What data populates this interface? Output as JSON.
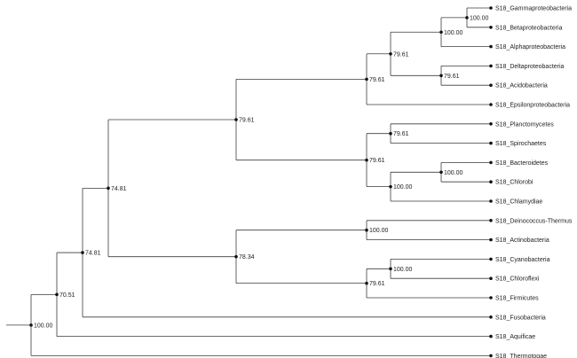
{
  "tree": {
    "support": "100.00",
    "children": [
      {
        "support": "70.51",
        "children": [
          {
            "support": "74.81",
            "children": [
              {
                "support": "74.81",
                "children": [
                  {
                    "support": "79.61",
                    "children": [
                      {
                        "support": "79.61",
                        "children": [
                          {
                            "support": "79.61",
                            "children": [
                              {
                                "support": "100.00",
                                "children": [
                                  {
                                    "support": "100.00",
                                    "children": [
                                      {
                                        "label": "S18_Gammaproteobacteria"
                                      },
                                      {
                                        "label": "S18_Betaproteobacteria"
                                      }
                                    ]
                                  },
                                  {
                                    "label": "S18_Alphaproteobacteria"
                                  }
                                ]
                              },
                              {
                                "support": "79.61",
                                "children": [
                                  {
                                    "label": "S18_Deltaproteobacteria"
                                  },
                                  {
                                    "label": "S18_Acidobacteria"
                                  }
                                ]
                              }
                            ]
                          },
                          {
                            "label": "S18_Epsilonproteobacteria"
                          }
                        ]
                      },
                      {
                        "support": "79.61",
                        "children": [
                          {
                            "support": "79.61",
                            "children": [
                              {
                                "label": "S18_Planctomycetes"
                              },
                              {
                                "label": "S18_Spirochaetes"
                              }
                            ]
                          },
                          {
                            "support": "100.00",
                            "children": [
                              {
                                "support": "100.00",
                                "children": [
                                  {
                                    "label": "S18_Bacteroidetes"
                                  },
                                  {
                                    "label": "S18_Chlorobi"
                                  }
                                ]
                              },
                              {
                                "label": "S18_Chlamydiae"
                              }
                            ]
                          }
                        ]
                      }
                    ]
                  },
                  {
                    "support": "78.34",
                    "children": [
                      {
                        "support": "100.00",
                        "children": [
                          {
                            "label": "S18_Deinococcus-Thermus"
                          },
                          {
                            "label": "S18_Actinobacteria"
                          }
                        ]
                      },
                      {
                        "support": "79.61",
                        "children": [
                          {
                            "support": "100.00",
                            "children": [
                              {
                                "label": "S18_Cyanobacteria"
                              },
                              {
                                "label": "S18_Chloroflexi"
                              }
                            ]
                          },
                          {
                            "label": "S18_Firmicutes"
                          }
                        ]
                      }
                    ]
                  }
                ]
              },
              {
                "label": "S18_Fusobacteria"
              }
            ]
          },
          {
            "label": "S18_Aquificae"
          }
        ]
      },
      {
        "label": "S18_Thermotogae"
      }
    ]
  }
}
